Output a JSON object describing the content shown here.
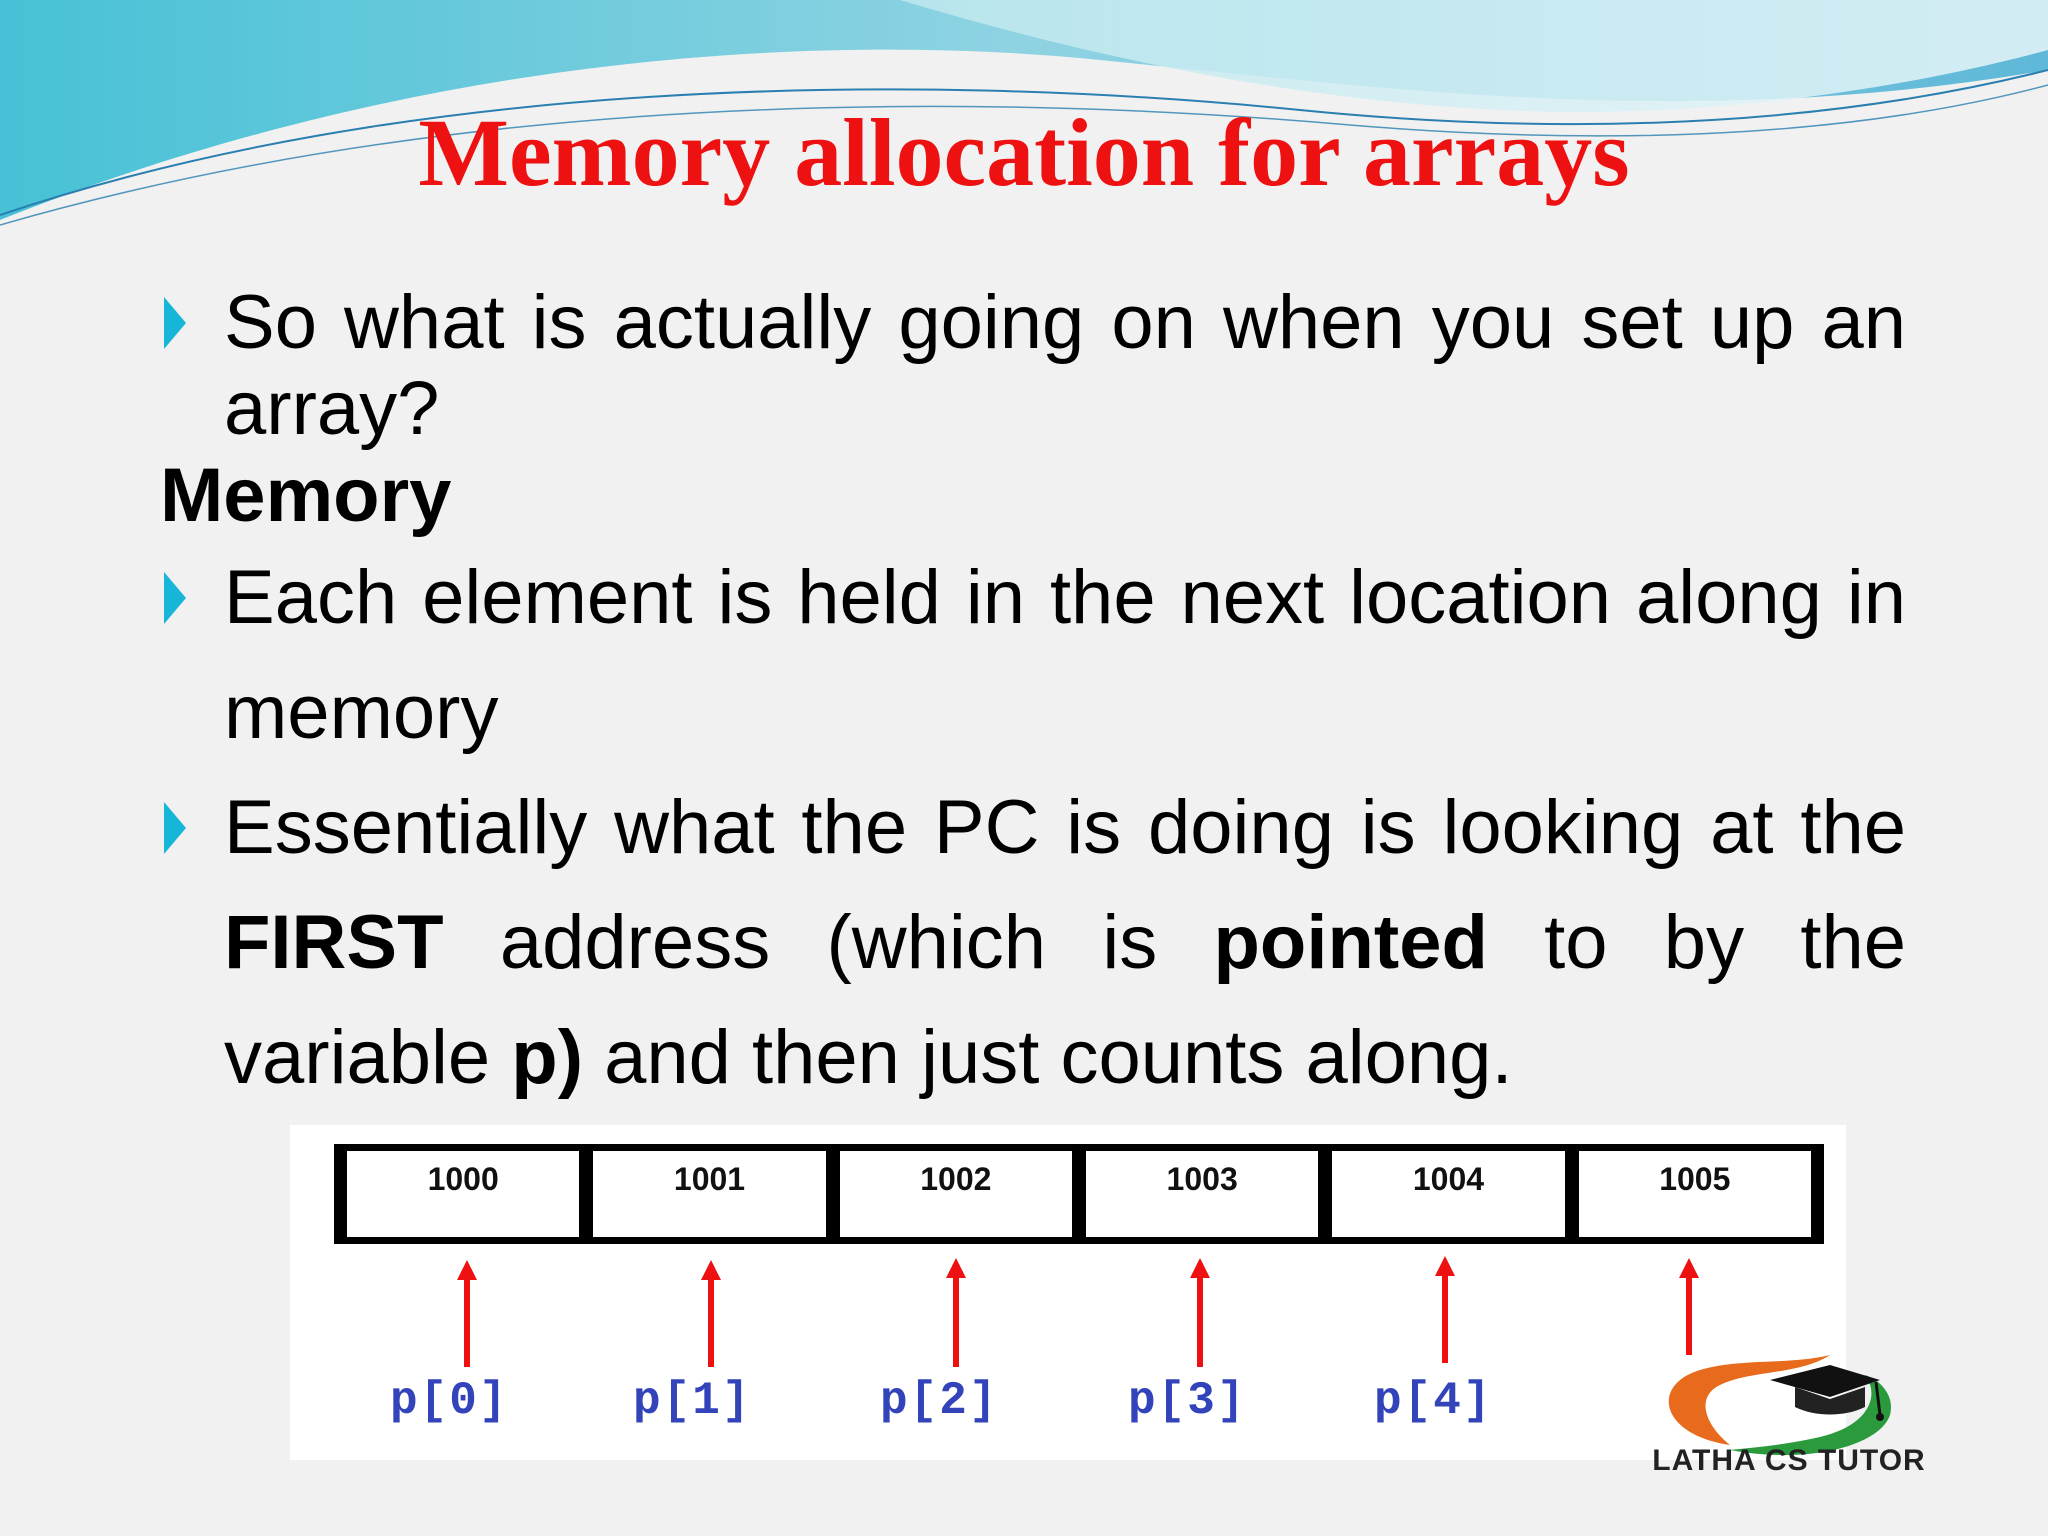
{
  "slide": {
    "title": "Memory allocation for arrays",
    "bullets": [
      {
        "text": "So what is actually going on when you set up an array?"
      }
    ],
    "heading": "Memory",
    "bullet2": "Each element is held in the next location along in memory",
    "bullet3": {
      "part1": "Essentially what the PC is doing is looking at the ",
      "bold1": "FIRST",
      "part2": " address (which is ",
      "bold2": "pointed",
      "part3": " to by the variable ",
      "bold3": "p)",
      "part4": " and then just counts along."
    }
  },
  "diagram": {
    "addresses": [
      "1000",
      "1001",
      "1002",
      "1003",
      "1004",
      "1005"
    ],
    "pointers": [
      "p[0]",
      "p[1]",
      "p[2]",
      "p[3]",
      "p[4]"
    ]
  },
  "logo": {
    "text": "LATHA CS TUTOR"
  },
  "colors": {
    "title": "#ee1111",
    "bullet": "#17b5d8",
    "arrow": "#ee1111",
    "pointer_label": "#3344bb"
  }
}
